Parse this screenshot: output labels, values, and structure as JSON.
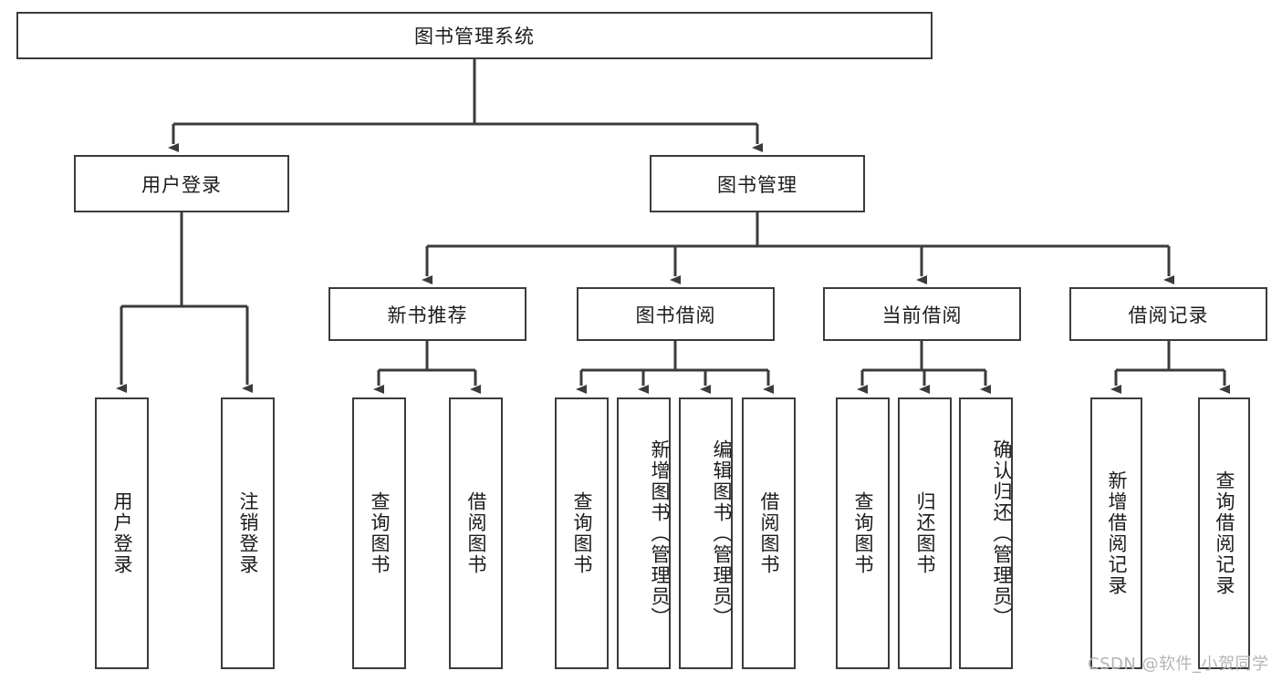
{
  "diagram": {
    "title": "图书管理系统",
    "type": "hierarchy-tree",
    "root": {
      "id": "root",
      "label": "图书管理系统"
    },
    "level1": [
      {
        "id": "user-login",
        "label": "用户登录"
      },
      {
        "id": "book-manage",
        "label": "图书管理"
      }
    ],
    "level2": [
      {
        "id": "new-book-recommend",
        "label": "新书推荐",
        "parent": "book-manage"
      },
      {
        "id": "book-borrow",
        "label": "图书借阅",
        "parent": "book-manage"
      },
      {
        "id": "current-borrow",
        "label": "当前借阅",
        "parent": "book-manage"
      },
      {
        "id": "borrow-record",
        "label": "借阅记录",
        "parent": "book-manage"
      }
    ],
    "leaves": {
      "user-login": [
        {
          "id": "leaf-user-login",
          "label": "用户登录"
        },
        {
          "id": "leaf-logout",
          "label": "注销登录"
        }
      ],
      "new-book-recommend": [
        {
          "id": "leaf-query-book-1",
          "label": "查询图书"
        },
        {
          "id": "leaf-borrow-book-1",
          "label": "借阅图书"
        }
      ],
      "book-borrow": [
        {
          "id": "leaf-query-book-2",
          "label": "查询图书"
        },
        {
          "id": "leaf-add-book",
          "label": "新增图书（管理员）"
        },
        {
          "id": "leaf-edit-book",
          "label": "编辑图书（管理员）"
        },
        {
          "id": "leaf-borrow-book-2",
          "label": "借阅图书"
        }
      ],
      "current-borrow": [
        {
          "id": "leaf-query-book-3",
          "label": "查询图书"
        },
        {
          "id": "leaf-return-book",
          "label": "归还图书"
        },
        {
          "id": "leaf-confirm-return",
          "label": "确认归还（管理员）"
        }
      ],
      "borrow-record": [
        {
          "id": "leaf-add-record",
          "label": "新增借阅记录"
        },
        {
          "id": "leaf-query-record",
          "label": "查询借阅记录"
        }
      ]
    }
  },
  "watermark": {
    "text": "CSDN @软件_小贺同学"
  },
  "colors": {
    "stroke": "#3b3b3b",
    "background": "#ffffff",
    "text": "#1b1b1b",
    "watermark": "#b4b4b4"
  }
}
